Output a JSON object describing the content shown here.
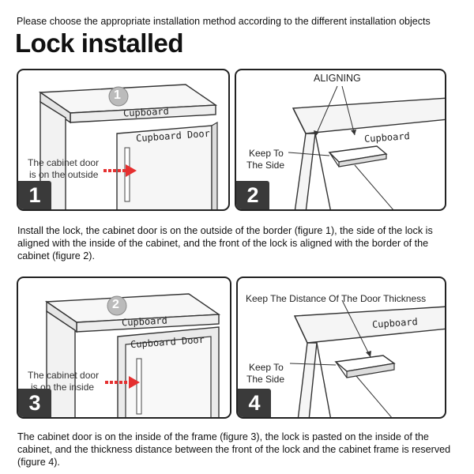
{
  "intro": "Please choose the appropriate installation method according to the different installation objects",
  "title": "Lock installed",
  "panels": {
    "p1": {
      "number": "1",
      "circle": "1",
      "cupboard": "Cupboard",
      "door": "Cupboard Door",
      "note_line1": "The cabinet door",
      "note_line2": "is on the outside"
    },
    "p2": {
      "number": "2",
      "aligning": "ALIGNING",
      "cupboard": "Cupboard",
      "keep_line1": "Keep To",
      "keep_line2": "The Side"
    },
    "p3": {
      "number": "3",
      "circle": "2",
      "cupboard": "Cupboard",
      "door": "Cupboard Door",
      "note_line1": "The cabinet door",
      "note_line2": "is on the inside"
    },
    "p4": {
      "number": "4",
      "distance": "Keep The Distance Of The Door Thickness",
      "cupboard": "Cupboard",
      "keep_line1": "Keep To",
      "keep_line2": "The Side"
    }
  },
  "paragraph1": "Install the lock, the cabinet door is on the outside of the border (figure 1), the side of the lock is aligned with the inside of the cabinet, and the front of the lock is aligned with the border of the cabinet (figure 2).",
  "paragraph2": "The cabinet door is on the inside of the frame (figure 3), the lock is pasted on the inside of the cabinet, and the thickness distance between the front of the lock and the cabinet frame is reserved (figure 4).",
  "colors": {
    "arrow": "#e53030",
    "badge": "#3a3a3a",
    "border": "#222222"
  }
}
